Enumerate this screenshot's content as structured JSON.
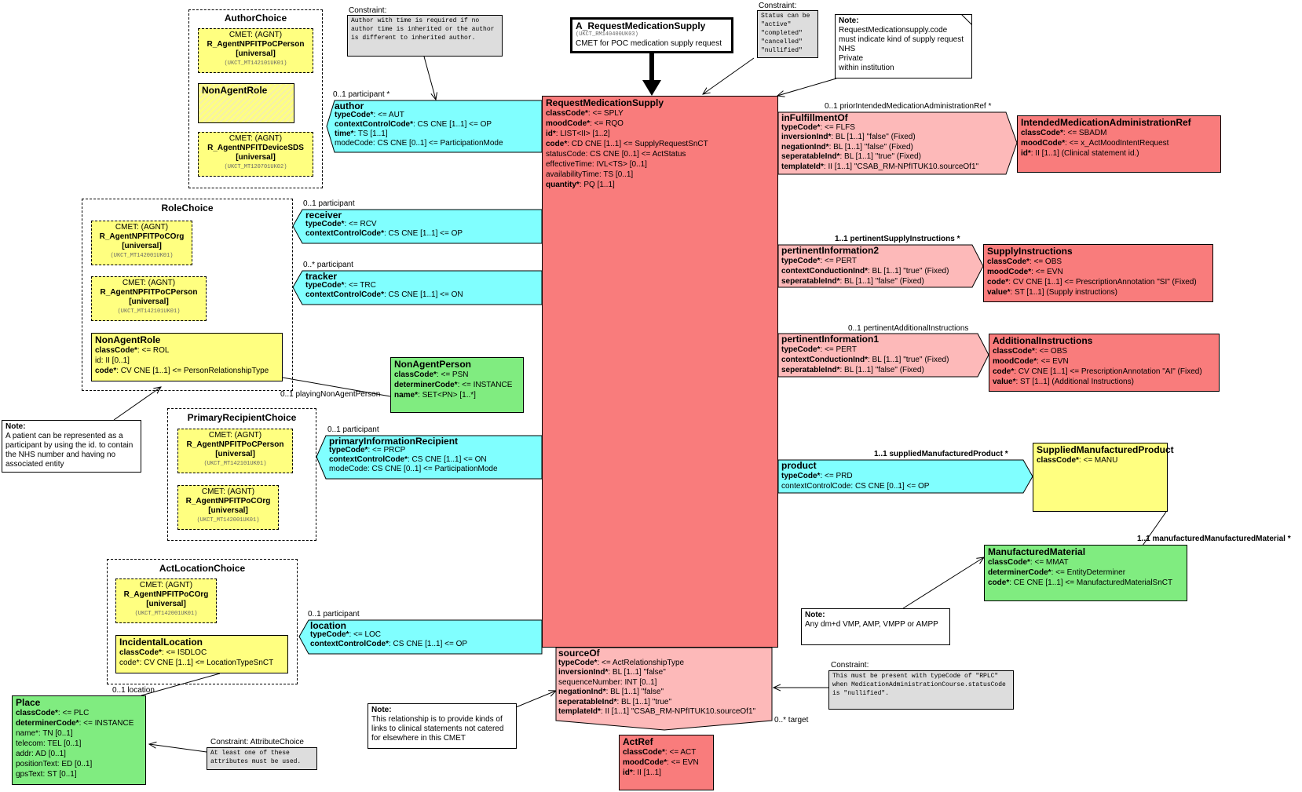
{
  "entry": {
    "name": "A_RequestMedicationSupply",
    "code": "(UKCT_RM140400UK03)",
    "desc": "CMET for POC medication supply request"
  },
  "main": {
    "title": "RequestMedicationSupply",
    "attrs": [
      {
        "b": "classCode*",
        "t": ": <= SPLY"
      },
      {
        "b": "moodCode*",
        "t": ": <= RQO"
      },
      {
        "b": "id*",
        "t": ": LIST<II> [1..2]"
      },
      {
        "b": "code*",
        "t": ": CD CNE [1..1] <= SupplyRequestSnCT"
      },
      {
        "b": "",
        "t": "statusCode: CS CNE [0..1] <= ActStatus"
      },
      {
        "b": "",
        "t": "effectiveTime: IVL<TS> [0..1]"
      },
      {
        "b": "",
        "t": "availabilityTime: TS [0..1]"
      },
      {
        "b": "quantity*",
        "t": ": PQ [1..1]"
      }
    ]
  },
  "authorChoice": {
    "title": "AuthorChoice",
    "cmet1": {
      "l1": "CMET: (AGNT)",
      "l2": "R_AgentNPFITPoCPerson",
      "l3": "[universal]",
      "l4": "(UKCT_MT142101UK01)"
    },
    "nonAgentRole": "NonAgentRole",
    "cmet2": {
      "l1": "CMET: (AGNT)",
      "l2": "R_AgentNPFITDeviceSDS",
      "l3": "[universal]",
      "l4": "(UKCT_MT120701UK02)"
    }
  },
  "author": {
    "label": "0..1 participant  *",
    "title": "author",
    "attrs": [
      {
        "b": "typeCode*",
        "t": ": <= AUT"
      },
      {
        "b": "contextControlCode*",
        "t": ": CS CNE [1..1] <= OP"
      },
      {
        "b": "time*",
        "t": ": TS [1..1]"
      },
      {
        "b": "",
        "t": "modeCode: CS CNE [0..1] <= ParticipationMode"
      }
    ]
  },
  "constraintAuthor": {
    "label": "Constraint:",
    "text": "Author with time is required if no author time is inherited or the author is different to inherited author."
  },
  "constraintStatus": {
    "label": "Constraint:",
    "lines": [
      "Status can be",
      "\"active\"",
      "\"completed\"",
      "\"cancelled\"",
      "\"nullified\""
    ]
  },
  "noteCode": {
    "title": "Note:",
    "lines": [
      "RequestMedicationsupply.code",
      "must indicate kind of supply request",
      "NHS",
      "Private",
      "within institution"
    ]
  },
  "roleChoice": {
    "title": "RoleChoice",
    "cmet1": {
      "l1": "CMET: (AGNT)",
      "l2": "R_AgentNPFITPoCOrg",
      "l3": "[universal]",
      "l4": "(UKCT_MT142001UK01)"
    },
    "cmet2": {
      "l1": "CMET: (AGNT)",
      "l2": "R_AgentNPFITPoCPerson",
      "l3": "[universal]",
      "l4": "(UKCT_MT142101UK01)"
    },
    "nonAgentRole": {
      "title": "NonAgentRole",
      "attrs": [
        {
          "b": "classCode*",
          "t": ": <= ROL"
        },
        {
          "b": "",
          "t": "id: II [0..1]"
        },
        {
          "b": "code*",
          "t": ": CV CNE [1..1] <= PersonRelationshipType"
        }
      ]
    }
  },
  "receiver": {
    "label": "0..1 participant",
    "title": "receiver",
    "attrs": [
      {
        "b": "typeCode*",
        "t": ": <= RCV"
      },
      {
        "b": "contextControlCode*",
        "t": ": CS CNE [1..1] <= OP"
      }
    ]
  },
  "tracker": {
    "label": "0..* participant",
    "title": "tracker",
    "attrs": [
      {
        "b": "typeCode*",
        "t": ": <= TRC"
      },
      {
        "b": "contextControlCode*",
        "t": ": CS CNE [1..1] <= ON"
      }
    ]
  },
  "nonAgentPerson": {
    "label": "0..1 playingNonAgentPerson",
    "title": "NonAgentPerson",
    "attrs": [
      {
        "b": "classCode*",
        "t": ": <= PSN"
      },
      {
        "b": "determinerCode*",
        "t": ": <= INSTANCE"
      },
      {
        "b": "name*",
        "t": ": SET<PN> [1..*]"
      }
    ]
  },
  "notePatient": {
    "title": "Note:",
    "text": "A patient can be represented as  a participant by using the id. to contain the NHS number and having no associated entity"
  },
  "primaryRecipientChoice": {
    "title": "PrimaryRecipientChoice",
    "cmet1": {
      "l1": "CMET: (AGNT)",
      "l2": "R_AgentNPFITPoCPerson",
      "l3": "[universal]",
      "l4": "(UKCT_MT142101UK01)"
    },
    "cmet2": {
      "l1": "CMET: (AGNT)",
      "l2": "R_AgentNPFITPoCOrg",
      "l3": "[universal]",
      "l4": "(UKCT_MT142001UK01)"
    }
  },
  "primaryInformationRecipient": {
    "label": "0..1 participant",
    "title": "primaryInformationRecipient",
    "attrs": [
      {
        "b": "typeCode*",
        "t": ": <= PRCP"
      },
      {
        "b": "contextControlCode*",
        "t": ": CS CNE [1..1] <= ON"
      },
      {
        "b": "",
        "t": "modeCode: CS CNE [0..1] <= ParticipationMode"
      }
    ]
  },
  "actLocationChoice": {
    "title": "ActLocationChoice",
    "cmet1": {
      "l1": "CMET: (AGNT)",
      "l2": "R_AgentNPFITPoCOrg",
      "l3": "[universal]",
      "l4": "(UKCT_MT142001UK01)"
    },
    "incidental": {
      "title": "IncidentalLocation",
      "attrs": [
        {
          "b": "classCode*",
          "t": ": <= ISDLOC"
        },
        {
          "b": "",
          "t": "code*: CV CNE [1..1] <= LocationTypeSnCT"
        }
      ]
    }
  },
  "location": {
    "label": "0..1 participant",
    "title": "location",
    "attrs": [
      {
        "b": "typeCode*",
        "t": ": <= LOC"
      },
      {
        "b": "contextControlCode*",
        "t": ": CS CNE [1..1] <= OP"
      }
    ]
  },
  "place": {
    "label": "0..1 location",
    "title": "Place",
    "attrs": [
      {
        "b": "classCode*",
        "t": ": <= PLC"
      },
      {
        "b": "determinerCode*",
        "t": ": <= INSTANCE"
      },
      {
        "b": "",
        "t": "name*: TN [0..1]"
      },
      {
        "b": "",
        "t": "telecom: TEL [0..1]"
      },
      {
        "b": "",
        "t": "addr: AD [0..1]"
      },
      {
        "b": "",
        "t": "positionText: ED [0..1]"
      },
      {
        "b": "",
        "t": "gpsText: ST [0..1]"
      }
    ]
  },
  "constraintPlace": {
    "label": "Constraint: AttributeChoice",
    "text": "At least one of these attributes must be used."
  },
  "inFulfillmentOf": {
    "label": "0..1 priorIntendedMedicationAdministrationRef  *",
    "title": "inFulfillmentOf",
    "attrs": [
      {
        "b": "typeCode*",
        "t": ": <= FLFS"
      },
      {
        "b": "inversionInd*",
        "t": ": BL [1..1] \"false\" (Fixed)"
      },
      {
        "b": "negationInd*",
        "t": ": BL [1..1] \"false\" (Fixed)"
      },
      {
        "b": "seperatableInd*",
        "t": ": BL [1..1] \"true\" (Fixed)"
      },
      {
        "b": "templateId*",
        "t": ": II [1..1] \"CSAB_RM-NPfITUK10.sourceOf1\""
      }
    ]
  },
  "intendedRef": {
    "title": "IntendedMedicationAdministrationRef",
    "attrs": [
      {
        "b": "classCode*",
        "t": ": <= SBADM"
      },
      {
        "b": "moodCode*",
        "t": ": <= x_ActMoodIntentRequest"
      },
      {
        "b": "id*",
        "t": ": II [1..1] (Clinical statement id.)"
      }
    ]
  },
  "pertinentInformation2": {
    "label": "1..1 pertinentSupplyInstructions  *",
    "title": "pertinentInformation2",
    "attrs": [
      {
        "b": "typeCode*",
        "t": ": <= PERT"
      },
      {
        "b": "contextConductionInd*",
        "t": ": BL [1..1] \"true\" (Fixed)"
      },
      {
        "b": "seperatableInd*",
        "t": ": BL [1..1] \"false\" (Fixed)"
      }
    ]
  },
  "supplyInstructions": {
    "title": "SupplyInstructions",
    "attrs": [
      {
        "b": "classCode*",
        "t": ": <= OBS"
      },
      {
        "b": "moodCode*",
        "t": ": <= EVN"
      },
      {
        "b": "code*",
        "t": ": CV CNE [1..1] <= PrescriptionAnnotation \"SI\" (Fixed)"
      },
      {
        "b": "value*",
        "t": ": ST [1..1] (Supply instructions)"
      }
    ]
  },
  "pertinentInformation1": {
    "label": "0..1 pertinentAdditionalInstructions",
    "title": "pertinentInformation1",
    "attrs": [
      {
        "b": "typeCode*",
        "t": ": <= PERT"
      },
      {
        "b": "contextConductionInd*",
        "t": ": BL [1..1] \"true\" (Fixed)"
      },
      {
        "b": "seperatableInd*",
        "t": ": BL [1..1] \"false\" (Fixed)"
      }
    ]
  },
  "additionalInstructions": {
    "title": "AdditionalInstructions",
    "attrs": [
      {
        "b": "classCode*",
        "t": ": <= OBS"
      },
      {
        "b": "moodCode*",
        "t": ": <= EVN"
      },
      {
        "b": "code*",
        "t": ": CV CNE [1..1] <= PrescriptionAnnotation \"AI\" (Fixed)"
      },
      {
        "b": "value*",
        "t": ": ST [1..1] (Additional Instructions)"
      }
    ]
  },
  "product": {
    "label": "1..1 suppliedManufacturedProduct  *",
    "title": "product",
    "attrs": [
      {
        "b": "typeCode*",
        "t": ": <= PRD"
      },
      {
        "b": "",
        "t": "contextControlCode: CS CNE [0..1] <= OP"
      }
    ]
  },
  "suppliedProduct": {
    "title": "SuppliedManufacturedProduct",
    "attrs": [
      {
        "b": "classCode*",
        "t": ": <= MANU"
      }
    ]
  },
  "manufacturedMaterial": {
    "label": "1..1 manufacturedManufacturedMaterial  *",
    "title": "ManufacturedMaterial",
    "attrs": [
      {
        "b": "classCode*",
        "t": ": <= MMAT"
      },
      {
        "b": "determinerCode*",
        "t": ": <= EntityDeterminer"
      },
      {
        "b": "code*",
        "t": ": CE CNE [1..1] <= ManufacturedMaterialSnCT"
      }
    ]
  },
  "noteVmp": {
    "title": "Note:",
    "text": "Any dm+d VMP, AMP, VMPP or AMPP"
  },
  "sourceOf": {
    "title": "sourceOf",
    "attrs": [
      {
        "b": "typeCode*",
        "t": ": <= ActRelationshipType"
      },
      {
        "b": "inversionInd*",
        "t": ": BL [1..1] \"false\""
      },
      {
        "b": "",
        "t": "sequenceNumber: INT [0..1]"
      },
      {
        "b": "negationInd*",
        "t": ": BL [1..1] \"false\""
      },
      {
        "b": "seperatableInd*",
        "t": ": BL [1..1] \"true\""
      },
      {
        "b": "templateId*",
        "t": ": II [1..1] \"CSAB_RM-NPfITUK10.sourceOf1\""
      }
    ],
    "target": "0..* target"
  },
  "actRef": {
    "title": "ActRef",
    "attrs": [
      {
        "b": "classCode*",
        "t": ": <= ACT"
      },
      {
        "b": "moodCode*",
        "t": ": <= EVN"
      },
      {
        "b": "id*",
        "t": ": II [1..1]"
      }
    ]
  },
  "noteRelationship": {
    "title": "Note:",
    "text": "This relationship is to provide kinds of links to clinical statements not catered for elsewhere in this CMET"
  },
  "constraintRplc": {
    "label": "Constraint:",
    "text": "This must be present with typeCode of \"RPLC\" when MedicationAdministrationCourse.statusCode is \"nullified\"."
  },
  "colors": {
    "act": "#f97c7c",
    "actRelationship": "#fdb9b9",
    "participation": "#80ffff",
    "role": "#ffff80",
    "entity": "#80ec80"
  }
}
